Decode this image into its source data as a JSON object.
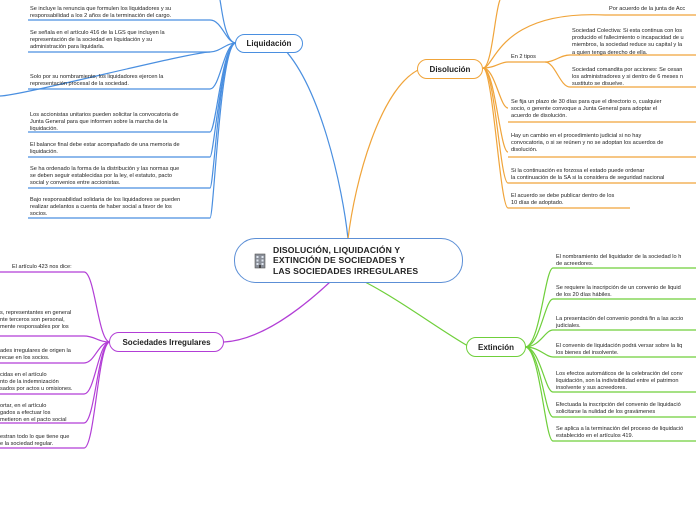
{
  "central": {
    "title": "DISOLUCIÓN, LIQUIDACIÓN Y\nEXTINCIÓN DE SOCIEDADES Y\nLAS SOCIEDADES IRREGULARES",
    "icon": "building-icon"
  },
  "branches": {
    "liquidacion": {
      "label": "Liquidación",
      "color": "#4a8fe0",
      "items": [
        "Se incluye la renuncia que formulen los liquidadores y su\nresponsabilidad a los 2 años de la terminación del cargo.",
        "Se señala en el artículo 416 de la LGS que incluyen la\nrepresentación de la sociedad en liquidación y su\nadministración para liquidarla.",
        "Solo por su nombramiento, los liquidadores ejercen la\nrepresentación procesal de la sociedad.",
        "Los accionistas unitarios pueden solicitar la convocatoria de\nJunta General para que informen sobre la marcha de la\nliquidación.",
        "El balance final debe estar acompañado de una memoria de\nliquidación.",
        "Se ha ordenado la forma de la distribución y las normas que\nse deben seguir establecidas por la ley, el estatuto, pacto\nsocial y convenios entre accionistas.",
        "Bajo responsabilidad solidaria de los liquidadores se pueden\nrealizar adelantos a cuenta de haber social a favor de los\nsocios."
      ]
    },
    "disolucion": {
      "label": "Disolución",
      "color": "#f0a43a",
      "top_item": "Por acuerdo de la junta de Acc",
      "sub_label": "En 2 tipos",
      "sub_items": [
        "Sociedad Colectiva: Si esta continua con los\nproducido el fallecimiento o incapacidad de u\nmiembros, la sociedad reduce su capital y la\na quien tenga derecho de ella.",
        "Sociedad comandita por acciones: Se cesan\nlos administradores y si dentro de 6 meses n\nsustituto se disuelve."
      ],
      "items": [
        "Se fija un plazo de 30 días para que el directorio o, cualquier\nsocio, o gerente convoque a Junta General para adoptar el\nacuerdo de disolución.",
        "Hay un cambio en el procedimiento judicial si no hay\nconvocatoria, o si se reúnen y no se adoptan  los acuerdos de\ndisolución.",
        "Si la continuación es forzosa el estado puede ordenar\nla continuación de la SA si la considera de seguridad nacional",
        "El acuerdo se debe publicar dentro de los\n10 días de adoptado."
      ]
    },
    "extincion": {
      "label": "Extinción",
      "color": "#6fcf3b",
      "items": [
        "El nombramiento del liquidador de la sociedad lo h\nde acreedores.",
        "Se requiere la inscripción de un convenio de liquid\nde los 20 días hábiles.",
        "La presentación del convenio pondrá fin a las accio\njudiciales.",
        "El convenio de liquidación podrá versar sobre la liq\nlos bienes del insolvente.",
        "Los efectos automáticos de la celebración del conv\nliquidación, son la indivisibilidad entre el patrimon\ninsolvente y sus acreedores.",
        "Efectuada la inscripción del convenio de liquidació\nsolicitarse  la nulidad de los gravámenes",
        "Se aplica a la terminación del proceso de liquidació\nestablecido en el artículos 419."
      ]
    },
    "irregulares": {
      "label": "Sociedades Irregulares",
      "color": "#b23ed6",
      "items": [
        "El artículo 423 nos dice:",
        "s, representantes en general\nnte terceros son personal,\nmente responsables por los",
        "ades irregulares de origen la\nrecae en los socios.",
        "cidas en el artículo\nnto de la indemnización\nsados por actos u omisiones.",
        "ortar, en el artículo\ngados a efectuar los\nmetieron en el pacto social",
        "estran todo lo que tiene que\ne la sociedad regular."
      ]
    }
  }
}
